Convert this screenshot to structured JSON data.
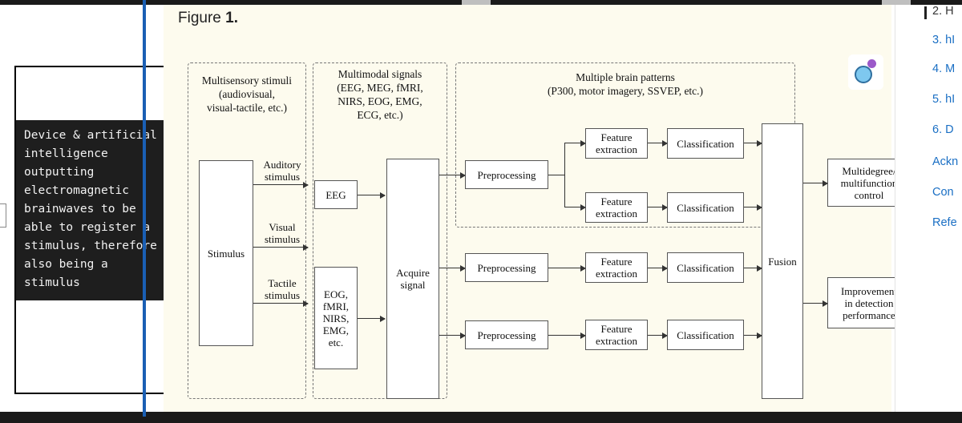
{
  "annotation": {
    "text": "Device & artificial intelligence outputting electromagnetic brainwaves to be able to register a stimulus, therefore also being a stimulus"
  },
  "figure": {
    "caption_prefix": "Figure ",
    "caption_number": "1.",
    "logo": "bubble-logo-icon"
  },
  "diagram": {
    "groups": [
      {
        "id": "stimuli",
        "title": "Multisensory stimuli\n(audiovisual,\nvisual-tactile, etc.)"
      },
      {
        "id": "signals",
        "title": "Multimodal signals\n(EEG, MEG, fMRI,\nNIRS, EOG, EMG,\nECG, etc.)"
      },
      {
        "id": "patterns",
        "title": "Multiple brain patterns\n(P300, motor imagery, SSVEP, etc.)"
      }
    ],
    "boxes": {
      "stimulus": "Stimulus",
      "eeg": "EEG",
      "other_signals": "EOG,\nfMRI,\nNIRS,\nEMG,\netc.",
      "acquire": "Acquire\nsignal",
      "preprocessing_1": "Preprocessing",
      "preprocessing_2": "Preprocessing",
      "preprocessing_3": "Preprocessing",
      "feature_1": "Feature\nextraction",
      "feature_2": "Feature\nextraction",
      "feature_3": "Feature\nextraction",
      "feature_4": "Feature\nextraction",
      "classification_1": "Classification",
      "classification_2": "Classification",
      "classification_3": "Classification",
      "classification_4": "Classification",
      "fusion": "Fusion",
      "output_control": "Multidegree/\nmultifunction\ncontrol",
      "output_detection": "Improvement\nin detection\nperformance"
    },
    "edge_labels": {
      "auditory": "Auditory\nstimulus",
      "visual": "Visual\nstimulus",
      "tactile": "Tactile\nstimulus"
    }
  },
  "toc": {
    "items": [
      {
        "label": "2. H",
        "style": "grey"
      },
      {
        "label": "3. hI",
        "style": "blue"
      },
      {
        "label": "4. M",
        "style": "blue"
      },
      {
        "label": "5. hI",
        "style": "blue"
      },
      {
        "label": "6. D",
        "style": "blue"
      },
      {
        "label": "Ackn",
        "style": "blue"
      },
      {
        "label": "Con",
        "style": "blue"
      },
      {
        "label": "Refe",
        "style": "blue"
      }
    ]
  }
}
